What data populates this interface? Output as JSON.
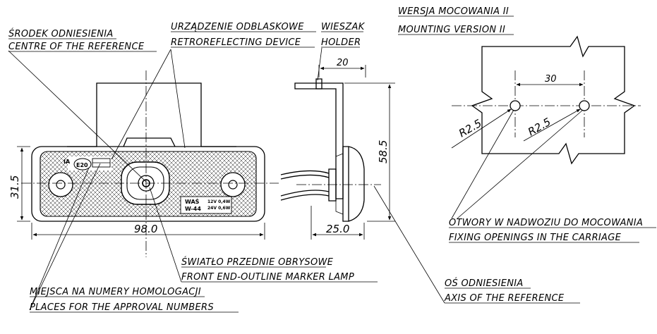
{
  "labels": {
    "centre_pl": "ŚRODEK ODNIESIENIA",
    "centre_en": "CENTRE OF THE REFERENCE",
    "device_pl": "URZĄDZENIE ODBLASKOWE",
    "device_en": "RETROREFLECTING DEVICE",
    "holder_pl": "WIESZAK",
    "holder_en": "HOLDER",
    "version_pl": "WERSJA MOCOWANIA II",
    "version_en": "MOUNTING VERSION II",
    "openings_pl": "OTWORY W NADWOZIU DO MOCOWANIA",
    "openings_en": "FIXING OPENINGS IN THE CARRIAGE",
    "lamp_pl": "ŚWIATŁO PRZEDNIE OBRYSOWE",
    "lamp_en": "FRONT END-OUTLINE MARKER LAMP",
    "axis_pl": "OŚ ODNIESIENIA",
    "axis_en": "AXIS OF THE REFERENCE",
    "approval_pl": "MIEJSCA NA NUMERY HOMOLOGACJI",
    "approval_en": "PLACES FOR THE APPROVAL NUMBERS"
  },
  "dimensions": {
    "width": "98.0",
    "height": "31.5",
    "depth": "25.0",
    "holder": "20",
    "total_height": "58.5",
    "hole_spacing": "30",
    "radius_left": "R2.5",
    "radius_right": "R2.5"
  },
  "marking": {
    "ia": "IA",
    "approval_mark": "E20",
    "brand": "WAŚ",
    "model": "W-44",
    "rating_12v": "12V 0,4W",
    "rating_24v": "24V 0,6W"
  }
}
